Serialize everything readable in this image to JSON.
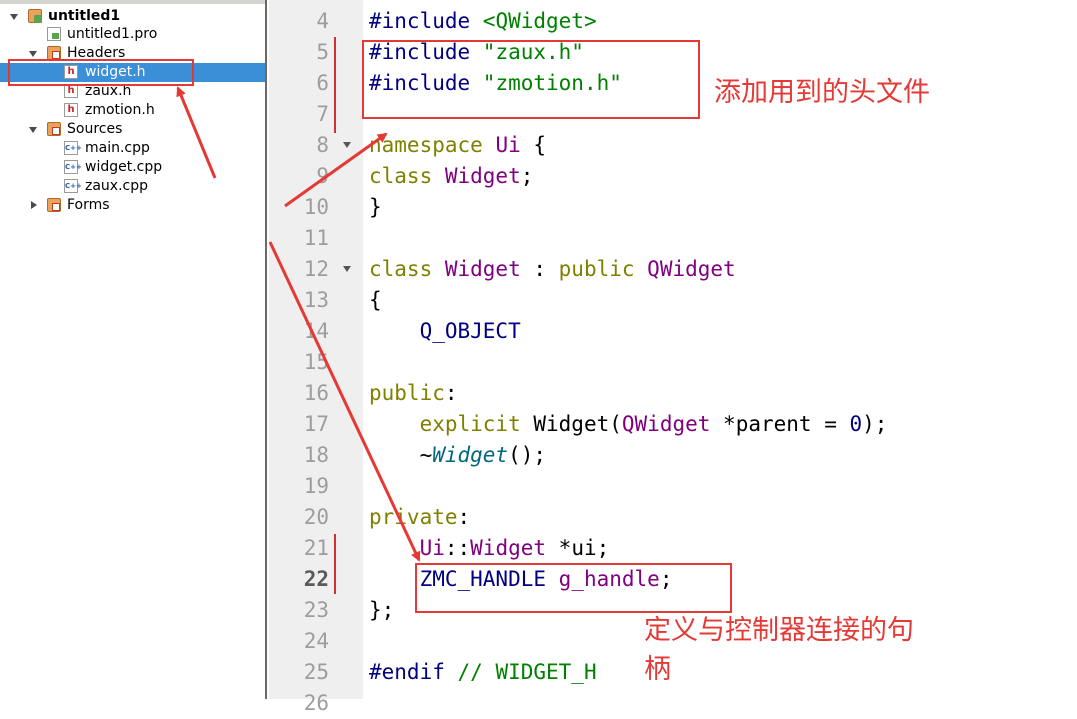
{
  "project_tree": {
    "root": {
      "label": "untitled1"
    },
    "pro_file": {
      "label": "untitled1.pro"
    },
    "headers": {
      "label": "Headers",
      "files": [
        "widget.h",
        "zaux.h",
        "zmotion.h"
      ],
      "selected": "widget.h"
    },
    "sources": {
      "label": "Sources",
      "files": [
        "main.cpp",
        "widget.cpp",
        "zaux.cpp"
      ]
    },
    "forms": {
      "label": "Forms"
    }
  },
  "editor": {
    "current_line": 22,
    "lines": [
      {
        "n": "4",
        "segs": [
          [
            "#include ",
            "dir"
          ],
          [
            "<QWidget>",
            "str"
          ]
        ]
      },
      {
        "n": "5",
        "segs": [
          [
            "#include ",
            "dir"
          ],
          [
            "\"zaux.h\"",
            "str"
          ]
        ]
      },
      {
        "n": "6",
        "segs": [
          [
            "#include ",
            "dir"
          ],
          [
            "\"zmotion.h\"",
            "str"
          ]
        ]
      },
      {
        "n": "7",
        "segs": []
      },
      {
        "n": "8",
        "segs": [
          [
            "namespace ",
            "kw"
          ],
          [
            "Ui",
            "type"
          ],
          [
            " {",
            "plain"
          ]
        ]
      },
      {
        "n": "9",
        "segs": [
          [
            "class ",
            "kw"
          ],
          [
            "Widget",
            "type"
          ],
          [
            ";",
            "plain"
          ]
        ]
      },
      {
        "n": "10",
        "segs": [
          [
            "}",
            "plain"
          ]
        ]
      },
      {
        "n": "11",
        "segs": []
      },
      {
        "n": "12",
        "segs": [
          [
            "class ",
            "kw"
          ],
          [
            "Widget",
            "type"
          ],
          [
            " : ",
            "plain"
          ],
          [
            "public ",
            "kw"
          ],
          [
            "QWidget",
            "type"
          ]
        ]
      },
      {
        "n": "13",
        "segs": [
          [
            "{",
            "plain"
          ]
        ]
      },
      {
        "n": "14",
        "segs": [
          [
            "    ",
            "plain"
          ],
          [
            "Q_OBJECT",
            "mac"
          ]
        ]
      },
      {
        "n": "15",
        "segs": []
      },
      {
        "n": "16",
        "segs": [
          [
            "public",
            "kw"
          ],
          [
            ":",
            "plain"
          ]
        ]
      },
      {
        "n": "17",
        "segs": [
          [
            "    ",
            "plain"
          ],
          [
            "explicit ",
            "kw"
          ],
          [
            "Widget",
            "plain"
          ],
          [
            "(",
            "plain"
          ],
          [
            "QWidget",
            "type"
          ],
          [
            " *parent = ",
            "plain"
          ],
          [
            "0",
            "num"
          ],
          [
            ");",
            "plain"
          ]
        ]
      },
      {
        "n": "18",
        "segs": [
          [
            "    ~",
            "plain"
          ],
          [
            "Widget",
            "it"
          ],
          [
            "();",
            "plain"
          ]
        ]
      },
      {
        "n": "19",
        "segs": []
      },
      {
        "n": "20",
        "segs": [
          [
            "private",
            "kw"
          ],
          [
            ":",
            "plain"
          ]
        ]
      },
      {
        "n": "21",
        "segs": [
          [
            "    ",
            "plain"
          ],
          [
            "Ui",
            "type"
          ],
          [
            "::",
            "plain"
          ],
          [
            "Widget",
            "type"
          ],
          [
            " *ui;",
            "plain"
          ]
        ]
      },
      {
        "n": "22",
        "segs": [
          [
            "    ",
            "plain"
          ],
          [
            "ZMC_HANDLE",
            "mac"
          ],
          [
            " ",
            "plain"
          ],
          [
            "g_handle",
            "type"
          ],
          [
            ";",
            "plain"
          ]
        ]
      },
      {
        "n": "23",
        "segs": [
          [
            "};",
            "plain"
          ]
        ]
      },
      {
        "n": "24",
        "segs": []
      },
      {
        "n": "25",
        "segs": [
          [
            "#endif ",
            "dir"
          ],
          [
            "// WIDGET_H",
            "cmt"
          ]
        ]
      },
      {
        "n": "26",
        "segs": []
      }
    ],
    "fold_markers": [
      "8",
      "12"
    ]
  },
  "annotations": {
    "note1": "添加用到的头文件",
    "note2_line1": "定义与控制器连接的句",
    "note2_line2": "柄",
    "color": "#e53935"
  },
  "colors": {
    "selection": "#3a8fd6",
    "gutter": "#efefef",
    "directive": "#000080",
    "string": "#008000",
    "keyword": "#808000",
    "type": "#800080"
  }
}
